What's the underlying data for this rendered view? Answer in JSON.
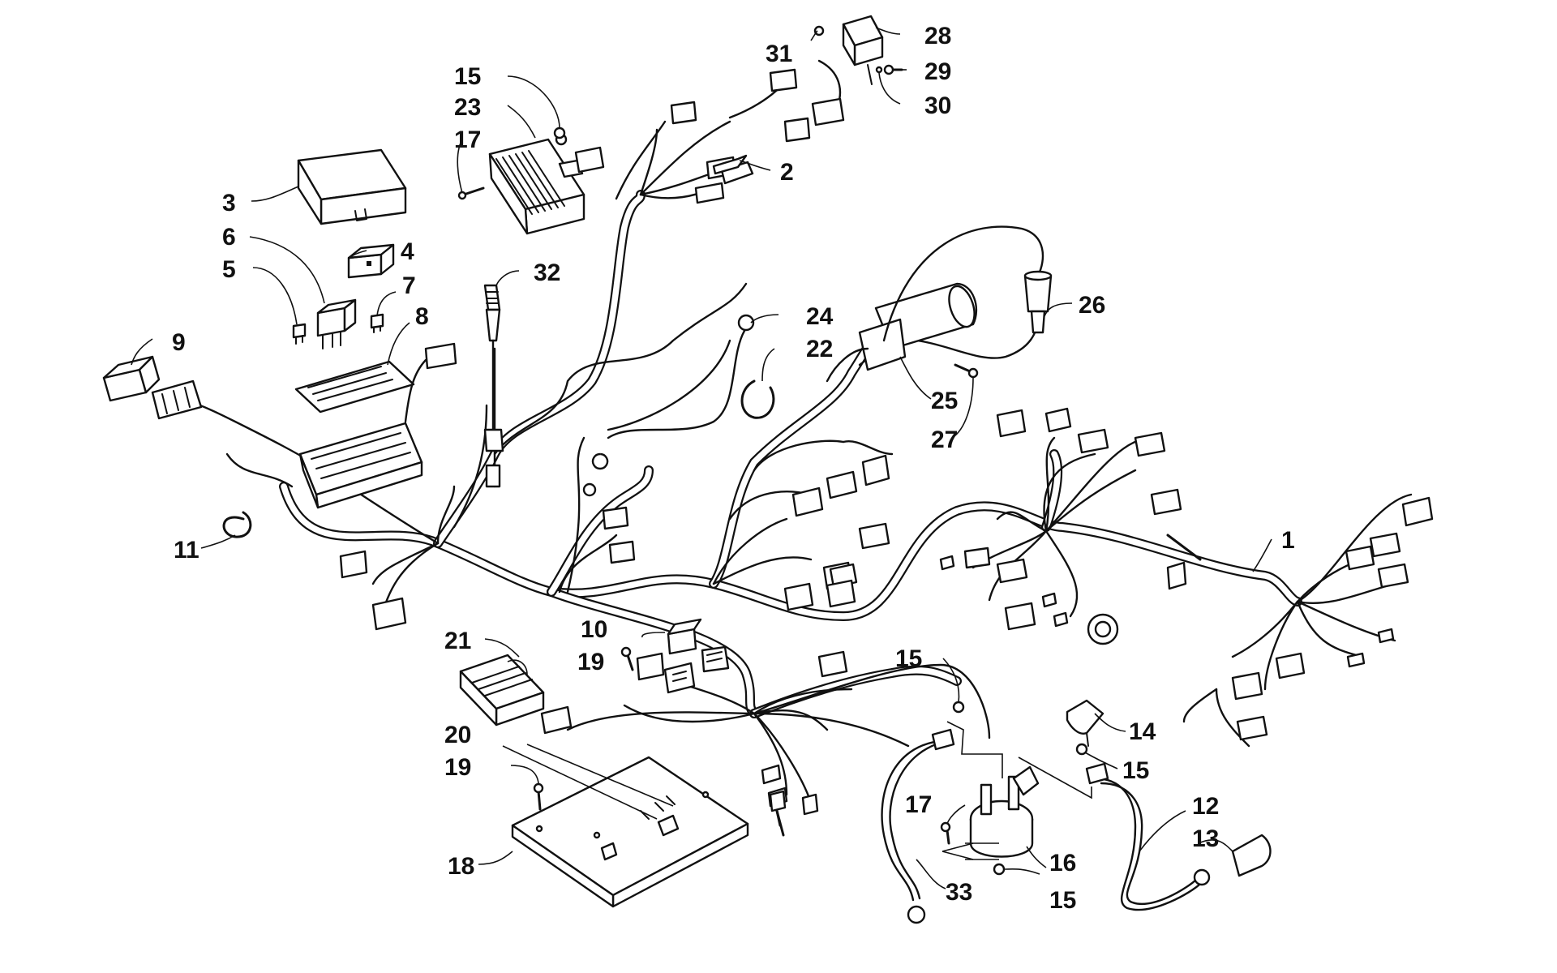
{
  "callouts": [
    {
      "id": "c1",
      "text": "1"
    },
    {
      "id": "c2",
      "text": "2"
    },
    {
      "id": "c3",
      "text": "3"
    },
    {
      "id": "c4",
      "text": "4"
    },
    {
      "id": "c5",
      "text": "5"
    },
    {
      "id": "c6",
      "text": "6"
    },
    {
      "id": "c7",
      "text": "7"
    },
    {
      "id": "c8",
      "text": "8"
    },
    {
      "id": "c9",
      "text": "9"
    },
    {
      "id": "c10",
      "text": "10"
    },
    {
      "id": "c11",
      "text": "11"
    },
    {
      "id": "c12",
      "text": "12"
    },
    {
      "id": "c13",
      "text": "13"
    },
    {
      "id": "c14",
      "text": "14"
    },
    {
      "id": "c15a",
      "text": "15"
    },
    {
      "id": "c15b",
      "text": "15"
    },
    {
      "id": "c15c",
      "text": "15"
    },
    {
      "id": "c15d",
      "text": "15"
    },
    {
      "id": "c16",
      "text": "16"
    },
    {
      "id": "c17a",
      "text": "17"
    },
    {
      "id": "c17b",
      "text": "17"
    },
    {
      "id": "c18",
      "text": "18"
    },
    {
      "id": "c19a",
      "text": "19"
    },
    {
      "id": "c19b",
      "text": "19"
    },
    {
      "id": "c20",
      "text": "20"
    },
    {
      "id": "c21",
      "text": "21"
    },
    {
      "id": "c22",
      "text": "22"
    },
    {
      "id": "c23",
      "text": "23"
    },
    {
      "id": "c24",
      "text": "24"
    },
    {
      "id": "c25",
      "text": "25"
    },
    {
      "id": "c26",
      "text": "26"
    },
    {
      "id": "c27",
      "text": "27"
    },
    {
      "id": "c28",
      "text": "28"
    },
    {
      "id": "c29",
      "text": "29"
    },
    {
      "id": "c30",
      "text": "30"
    },
    {
      "id": "c31",
      "text": "31"
    },
    {
      "id": "c32",
      "text": "32"
    },
    {
      "id": "c33",
      "text": "33"
    }
  ]
}
